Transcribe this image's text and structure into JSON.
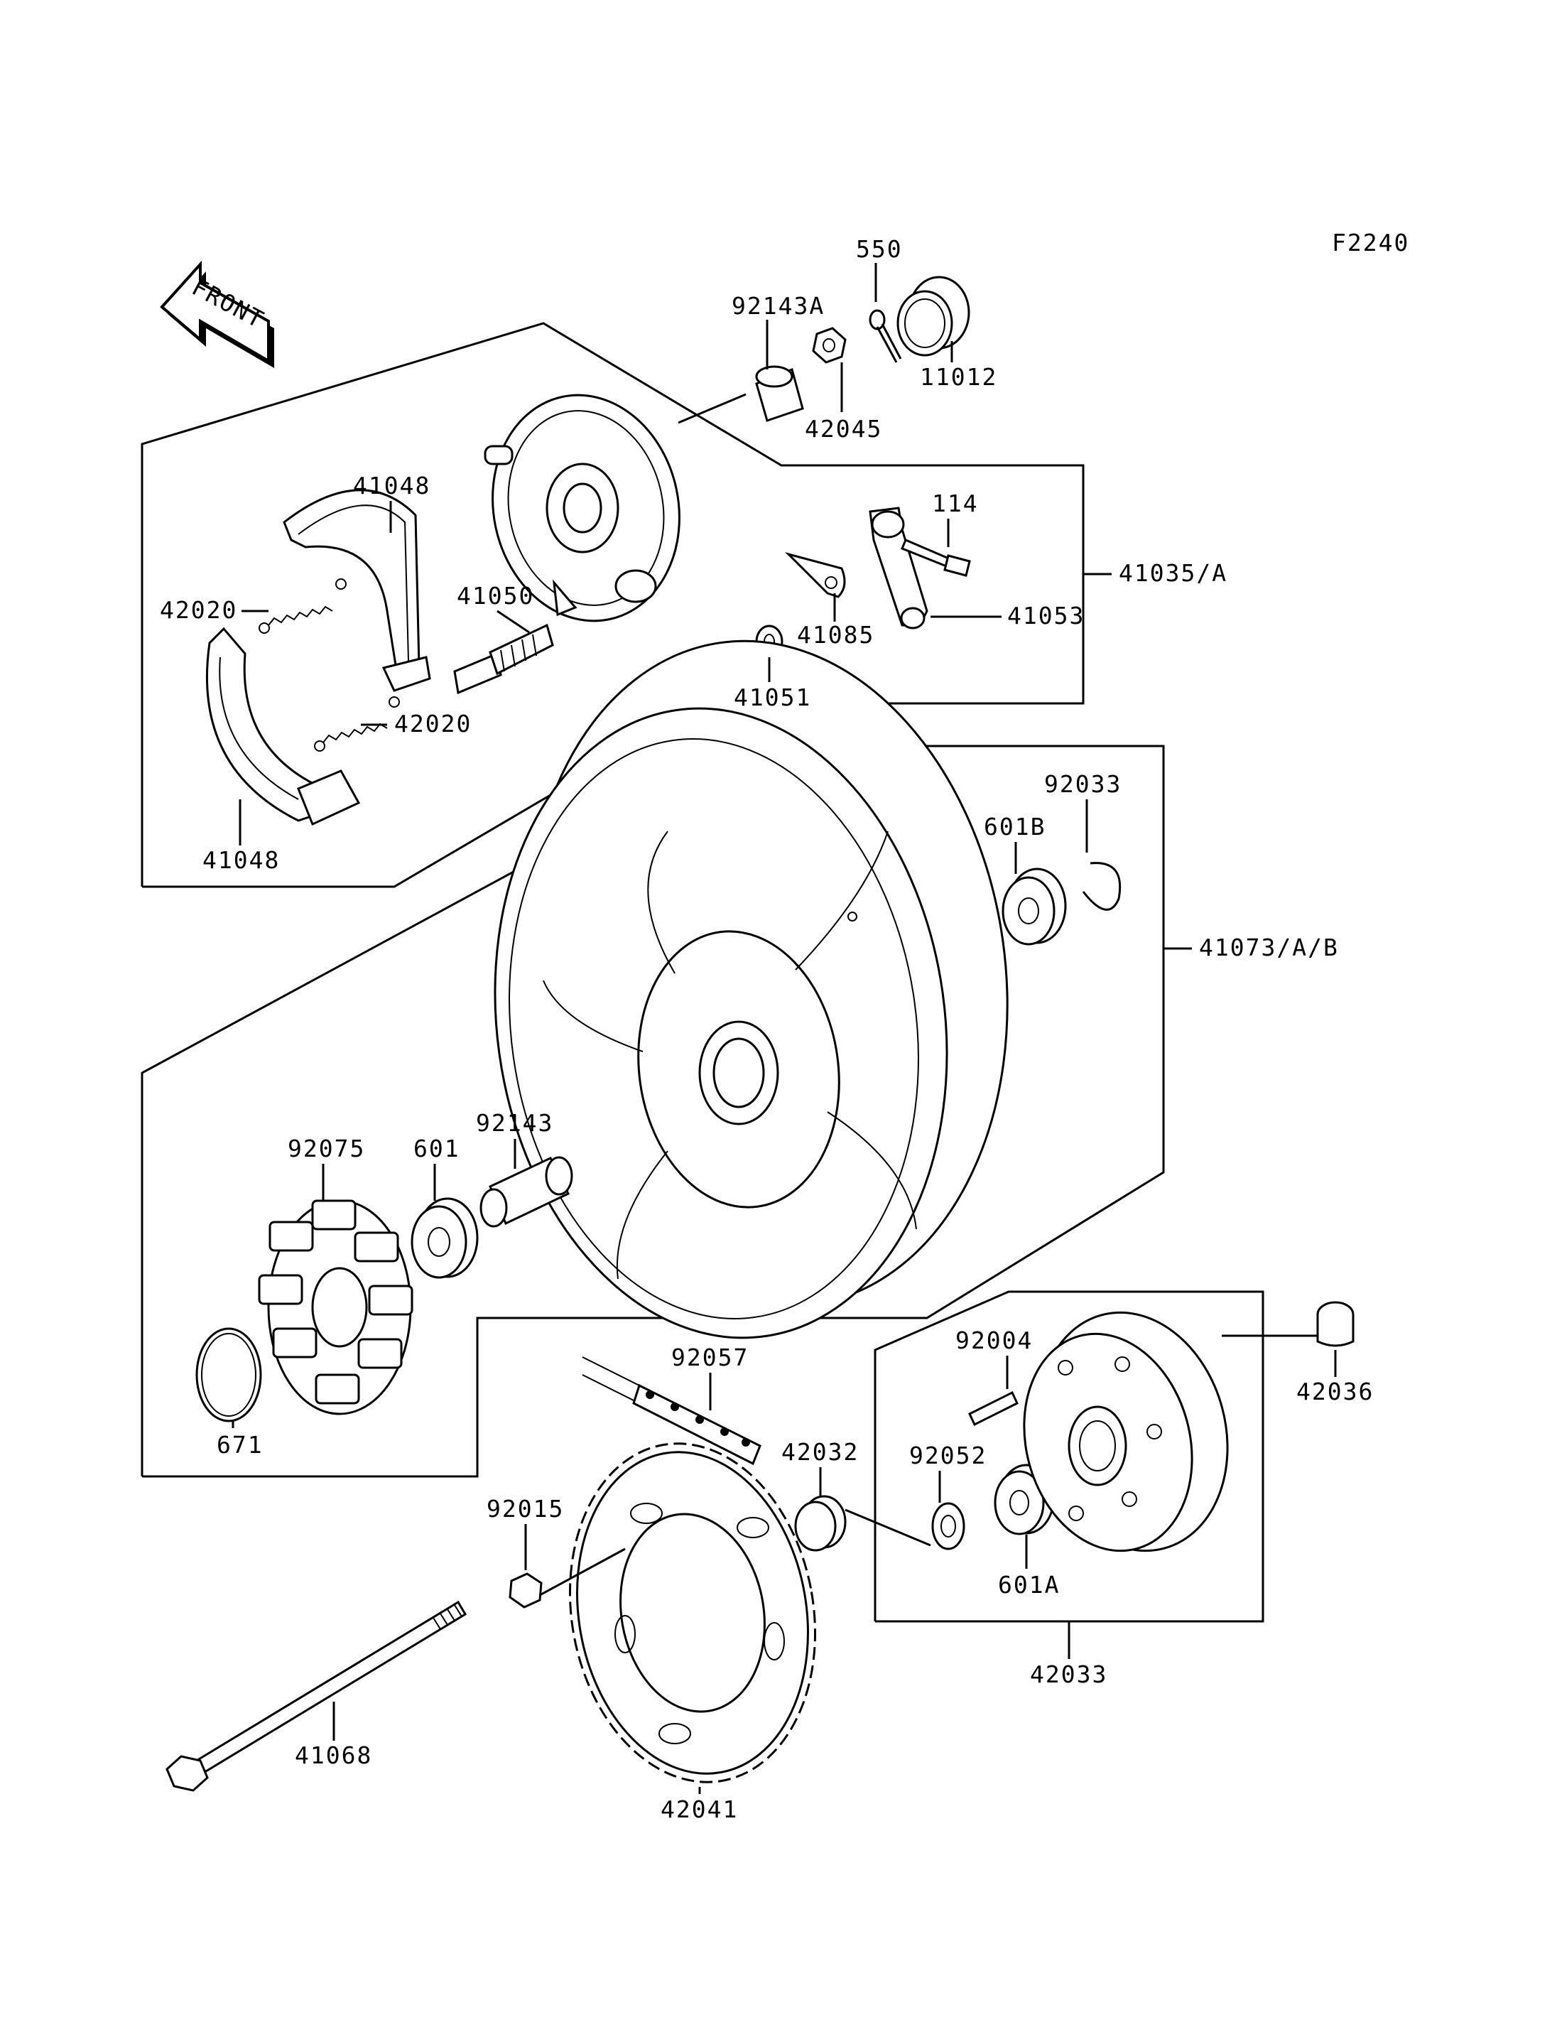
{
  "diagram": {
    "figure_code": "F2240",
    "front_badge": "FRONT",
    "part_labels": {
      "p550": "550",
      "p92143A": "92143A",
      "p11012": "11012",
      "p42045": "42045",
      "p41048_top": "41048",
      "p114": "114",
      "p42020_top": "42020",
      "p41050": "41050",
      "p41035A": "41035/A",
      "p41053": "41053",
      "p41085": "41085",
      "p41051": "41051",
      "p42020_bot": "42020",
      "p92033": "92033",
      "p601B": "601B",
      "p41048_bot": "41048",
      "p41073AB": "41073/A/B",
      "p92075": "92075",
      "p601": "601",
      "p92143": "92143",
      "p92057": "92057",
      "p92004": "92004",
      "p42036": "42036",
      "p671": "671",
      "p42032": "42032",
      "p92052": "92052",
      "p92015": "92015",
      "p601A": "601A",
      "p42033": "42033",
      "p41068": "41068",
      "p42041": "42041"
    }
  }
}
